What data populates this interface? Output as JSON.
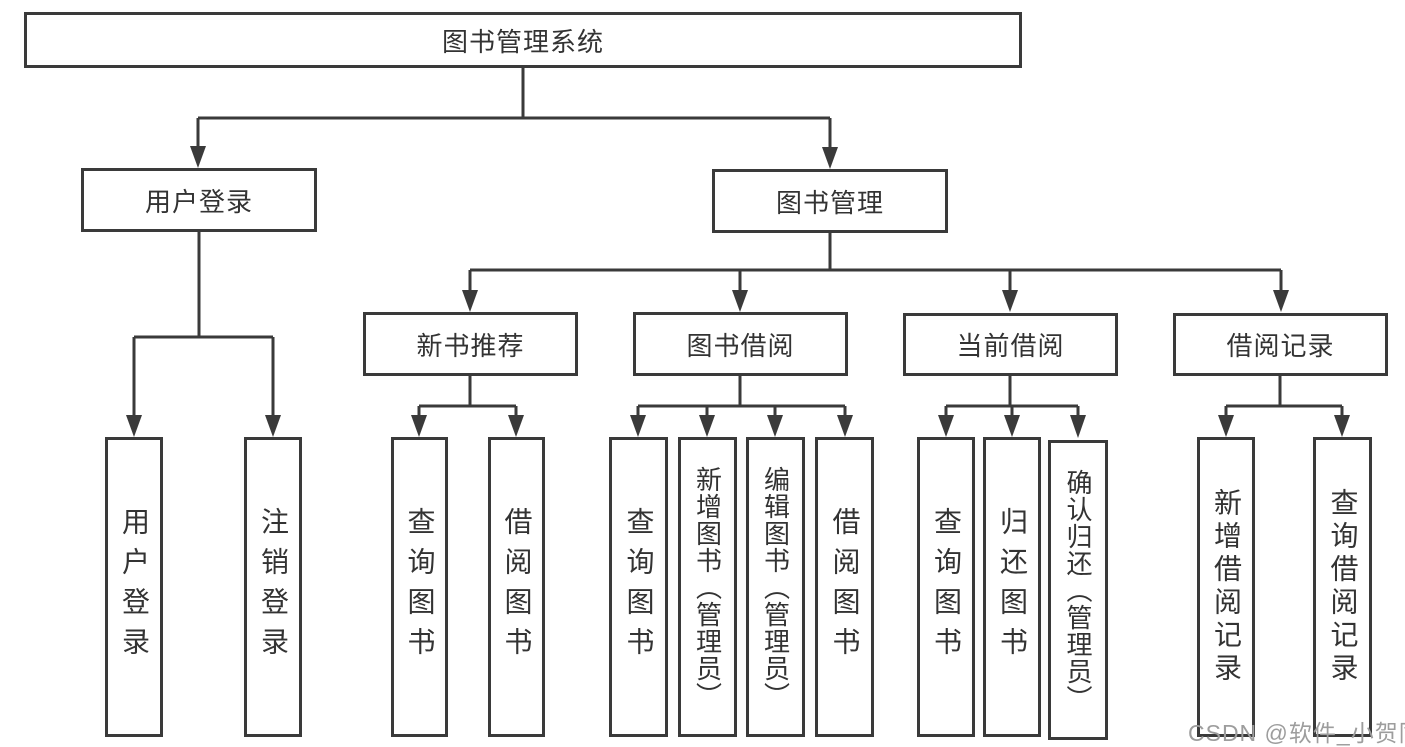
{
  "diagram": {
    "type": "hierarchy-tree",
    "colors": {
      "line": "#3a3a3a",
      "box_border": "#3a3a3a",
      "box_fill": "#ffffff",
      "text": "#333333",
      "watermark": "#9d9d9d",
      "background": "#ffffff"
    }
  },
  "tree": {
    "root": "图书管理系统",
    "level2": [
      {
        "label": "用户登录",
        "leaves": [
          "用户登录",
          "注销登录"
        ]
      },
      {
        "label": "图书管理",
        "groups": [
          {
            "label": "新书推荐",
            "leaves": [
              "查询图书",
              "借阅图书"
            ]
          },
          {
            "label": "图书借阅",
            "leaves": [
              "查询图书",
              "新增图书（管理员）",
              "编辑图书（管理员）",
              "借阅图书"
            ]
          },
          {
            "label": "当前借阅",
            "leaves": [
              "查询图书",
              "归还图书",
              "确认归还（管理员）"
            ]
          },
          {
            "label": "借阅记录",
            "leaves": [
              "新增借阅记录",
              "查询借阅记录"
            ]
          }
        ]
      }
    ]
  },
  "watermark": "CSDN @软件_小贺同学"
}
